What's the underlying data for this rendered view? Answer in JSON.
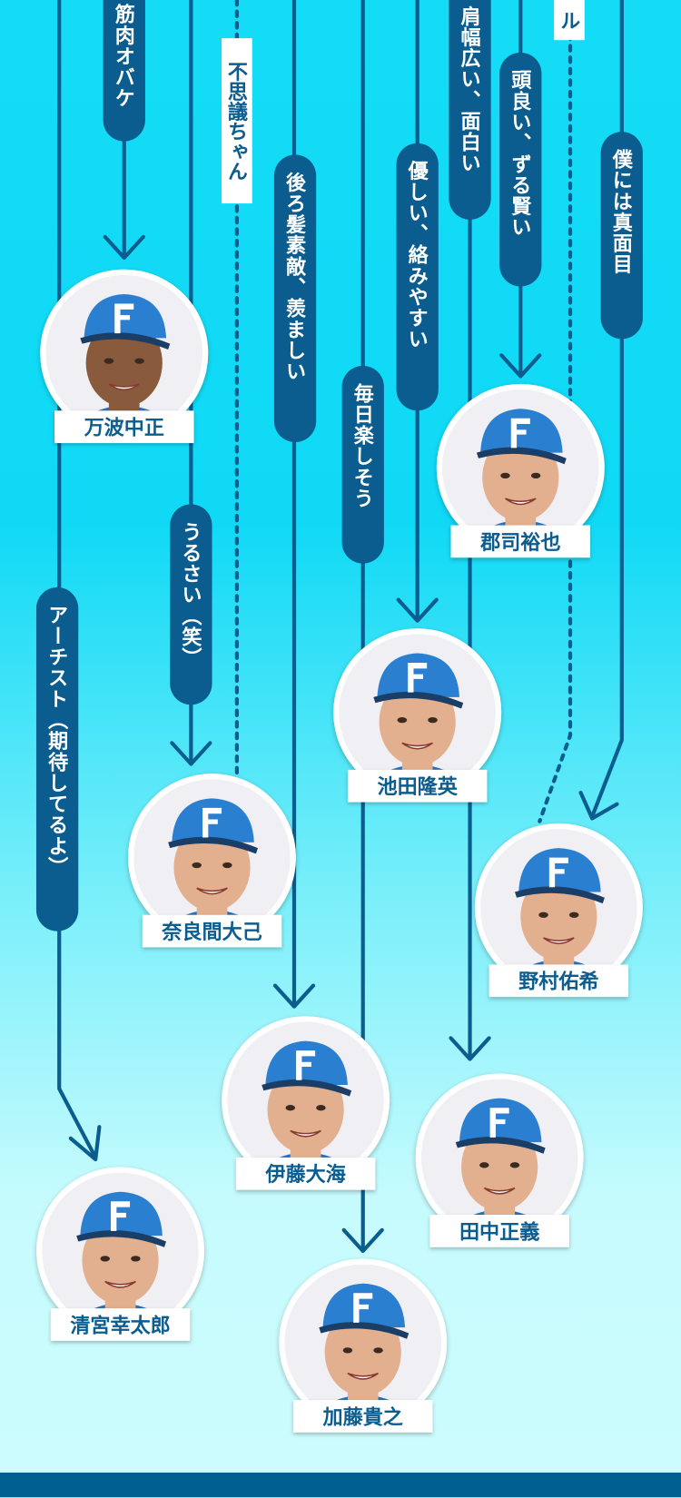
{
  "comments": {
    "kinniku": "筋肉オバケ",
    "fushigi": "不思議ちゃん",
    "ushirogami": "後ろ髪素敵、羨ましい",
    "mainichi": "毎日楽しそう",
    "yasashii": "優しい、絡みやすい",
    "katahaba": "肩幅広い、面白い",
    "atama": "頭良い、ずる賢い",
    "ru": "ル",
    "boku": "僕には真面目",
    "urusai": "うるさい（笑）",
    "artist": "アーチスト（期待してるよ）"
  },
  "players": {
    "mannami": "万波中正",
    "gunji": "郡司裕也",
    "ikeda": "池田隆英",
    "narama": "奈良間大己",
    "nomura": "野村佑希",
    "ito": "伊藤大海",
    "tanaka": "田中正義",
    "kiyomiya": "清宮幸太郎",
    "kato": "加藤貴之"
  },
  "colors": {
    "line": "#0b5d8f",
    "cap": "#2a7fd0",
    "footer": "#005f91"
  }
}
